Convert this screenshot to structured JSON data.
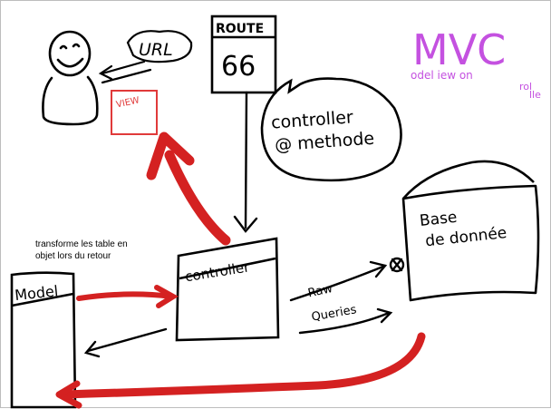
{
  "title": "MVC",
  "title_sub": {
    "line1": "odel iew on",
    "line2": "rol",
    "line3": "lle"
  },
  "labels": {
    "url": "URL",
    "view": "VIEW",
    "route_header": "ROUTE",
    "route_value": "66",
    "controller_method_line1": "controller",
    "controller_method_line2": "@ methode",
    "controller_box": "controller",
    "model_box": "Model",
    "db_line1": "Base",
    "db_line2": "de donnée",
    "raw_line1": "Raw",
    "raw_line2": "Queries",
    "note_line1": "transforme les table en",
    "note_line2": "objet lors du retour"
  },
  "colors": {
    "ink": "#000000",
    "red_arrow": "#d42121",
    "view_red": "#e03a3a",
    "title_purple": "#c451e0"
  }
}
